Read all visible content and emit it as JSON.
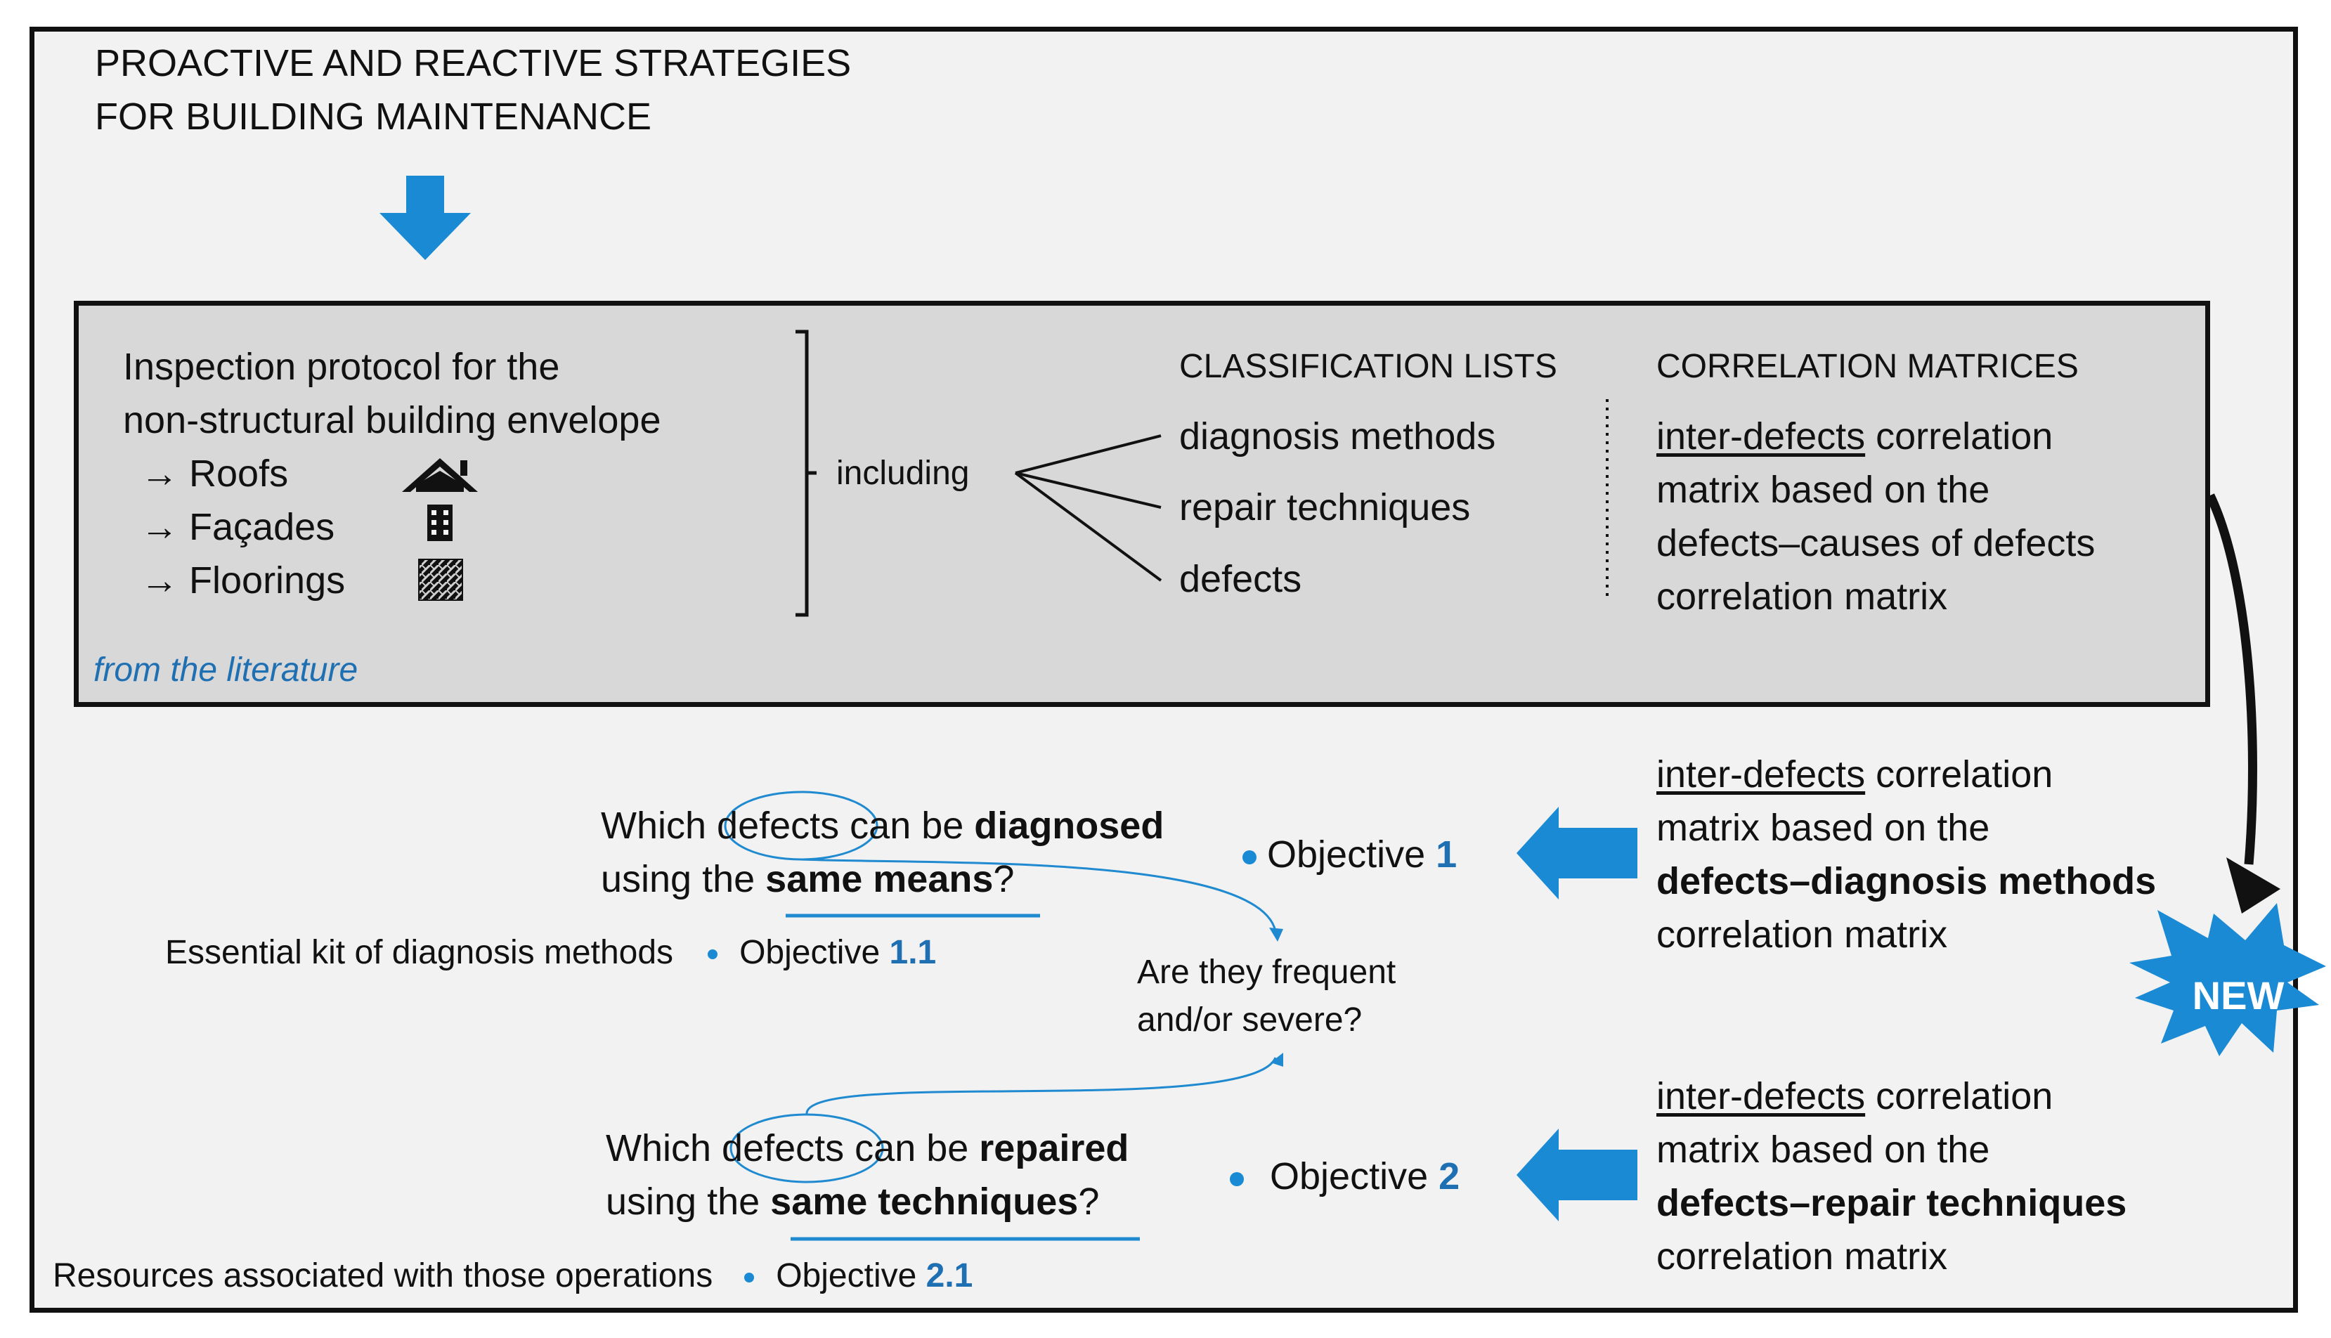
{
  "title": {
    "line1": "PROACTIVE AND REACTIVE STRATEGIES",
    "line2": "FOR BUILDING MAINTENANCE"
  },
  "protocol": {
    "line1": "Inspection protocol for the",
    "line2": "non-structural building envelope",
    "arrow": "→",
    "items": [
      "Roofs",
      "Façades",
      "Floorings"
    ],
    "source": "from the literature"
  },
  "including": "including",
  "classification": {
    "heading": "CLASSIFICATION LISTS",
    "items": [
      "diagnosis methods",
      "repair techniques",
      "defects"
    ]
  },
  "correlation": {
    "heading": "CORRELATION MATRICES",
    "inter_defects": "inter-defects",
    "correlation_word": " correlation",
    "matrix_based": "matrix based on the",
    "top_line3": "defects–causes of defects",
    "correlation_matrix": "correlation matrix",
    "mid_bold": "defects–diagnosis methods",
    "bottom_bold": "defects–repair techniques"
  },
  "new_badge": "NEW",
  "objective1": {
    "q_which": "Which ",
    "q_defects": "defects",
    "q_can_be": " can be ",
    "q_diagnosed": "diagnosed",
    "q_using": "using the ",
    "q_same_means": "same means",
    "q_end": "?",
    "label": "Objective ",
    "num": "1"
  },
  "objective11": {
    "text": "Essential kit of diagnosis methods",
    "label": "Objective ",
    "num": "1.1"
  },
  "frequent": {
    "line1": "Are they frequent",
    "line2": "and/or severe?"
  },
  "objective2": {
    "q_which": "Which ",
    "q_defects": "defects",
    "q_can_be": " can be ",
    "q_repaired": "repaired",
    "q_using": "using the ",
    "q_same_techniques": "same techniques",
    "q_end": "?",
    "label": "Objective ",
    "num": "2"
  },
  "objective21": {
    "text": "Resources associated with those operations",
    "label": "Objective ",
    "num": "2.1"
  },
  "colors": {
    "accent_blue": "#1a8ad4",
    "text_blue": "#1f6fb3",
    "panel_gray": "#d8d8d8",
    "background": "#f2f2f2"
  },
  "icons": [
    "house-icon",
    "building-icon",
    "flooring-pattern-icon"
  ]
}
